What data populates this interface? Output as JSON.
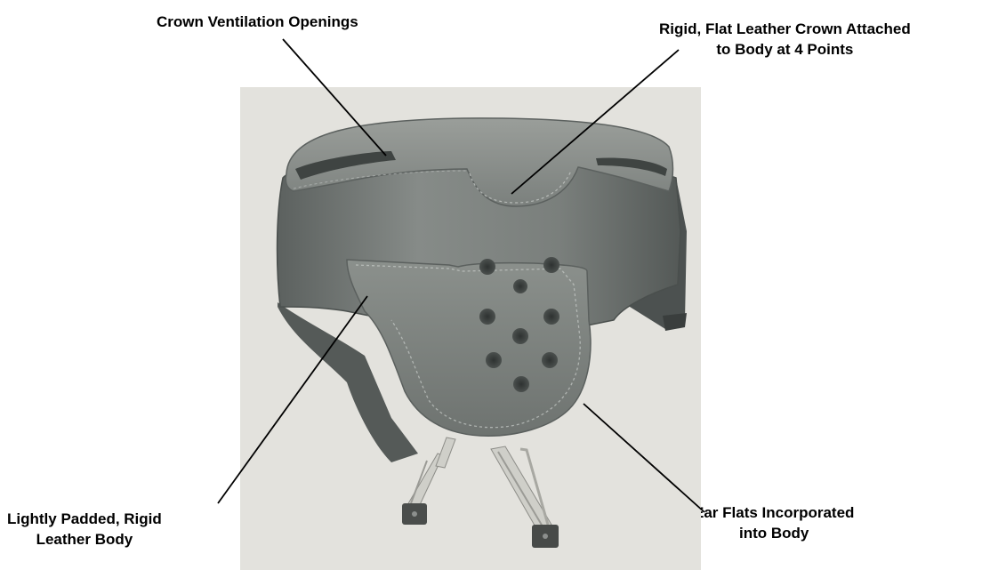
{
  "labels": {
    "crown_ventilation": {
      "lines": [
        "Crown Ventilation Openings"
      ]
    },
    "rigid_crown": {
      "lines": [
        "Rigid, Flat Leather Crown Attached",
        "to Body at 4 Points"
      ]
    },
    "leather_body": {
      "lines": [
        "Lightly Padded, Rigid",
        "Leather Body"
      ]
    },
    "ear_flats": {
      "lines": [
        "Ear Flats Incorporated",
        "into Body"
      ]
    }
  },
  "colors": {
    "photo_background": "#e3e2dd",
    "leather_light": "#8f938f",
    "leather_mid": "#6c716e",
    "leather_dark": "#4a4f4d",
    "strap": "#cfcfc9",
    "callout_line": "#000000"
  }
}
